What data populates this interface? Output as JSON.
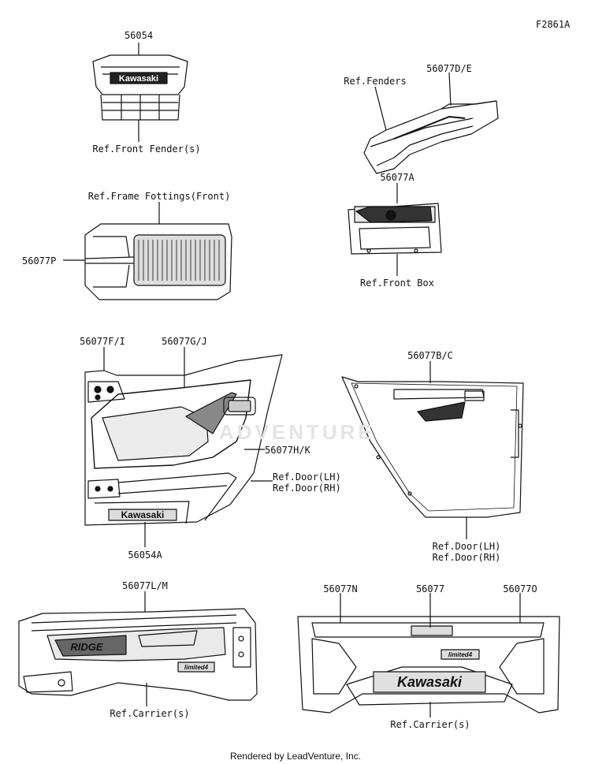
{
  "figure_code": "F2861A",
  "watermark": "ADVENTURE",
  "footer": "Rendered by LeadVenture, Inc.",
  "parts": {
    "p56054": "56054",
    "p56077de": "56077D/E",
    "p56077a": "56077A",
    "p56077p": "56077P",
    "p56077fi": "56077F/I",
    "p56077gj": "56077G/J",
    "p56077hk": "56077H/K",
    "p56054a": "56054A",
    "p56077bc": "56077B/C",
    "p56077lm": "56077L/M",
    "p56077n": "56077N",
    "p56077": "56077",
    "p56077o": "56077O"
  },
  "refs": {
    "front_fender": "Ref.Front Fender(s)",
    "fenders": "Ref.Fenders",
    "frame_fittings": "Ref.Frame Fottings(Front)",
    "front_box": "Ref.Front Box",
    "door_lh": "Ref.Door(LH)",
    "door_rh": "Ref.Door(RH)",
    "door_lh_2": "Ref.Door(LH)",
    "door_rh_2": "Ref.Door(RH)",
    "carrier_1": "Ref.Carrier(s)",
    "carrier_2": "Ref.Carrier(s)"
  },
  "decals": {
    "brand_grille": "Kawasaki",
    "brand_door": "Kawasaki",
    "brand_tailgate": "Kawasaki",
    "ridge": "RIDGE",
    "limited": "limited4",
    "limited_2": "limited4"
  }
}
